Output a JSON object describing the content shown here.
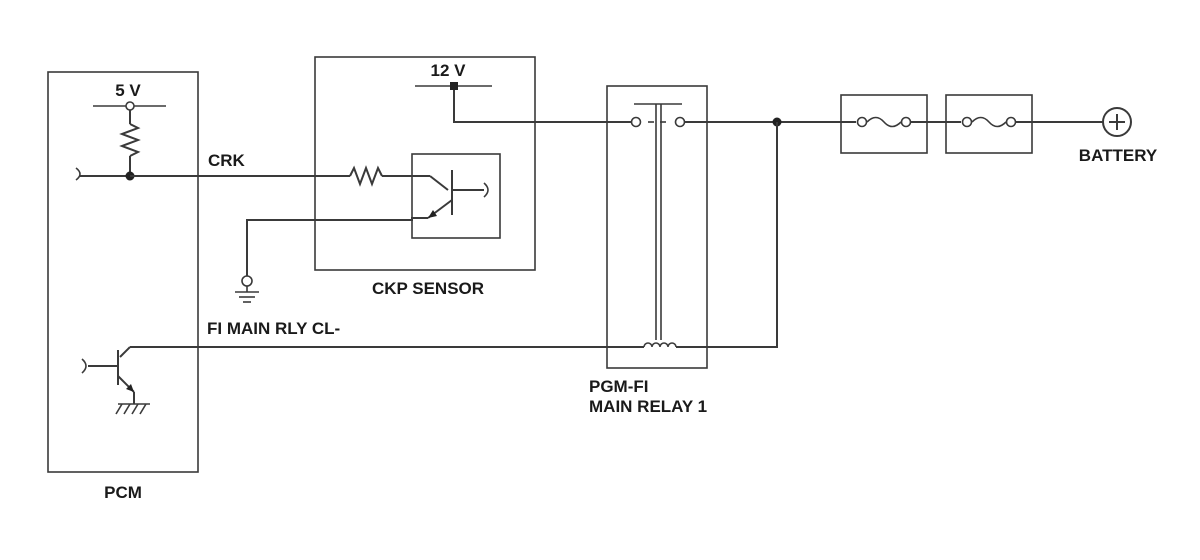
{
  "labels": {
    "pcm": "PCM",
    "pcm_5v": "5 V",
    "crk": "CRK",
    "ckp_12v": "12 V",
    "ckp_sensor": "CKP SENSOR",
    "fi_main_rly": "FI MAIN RLY CL-",
    "relay_line1": "PGM-FI",
    "relay_line2": "MAIN RELAY 1",
    "battery": "BATTERY"
  }
}
